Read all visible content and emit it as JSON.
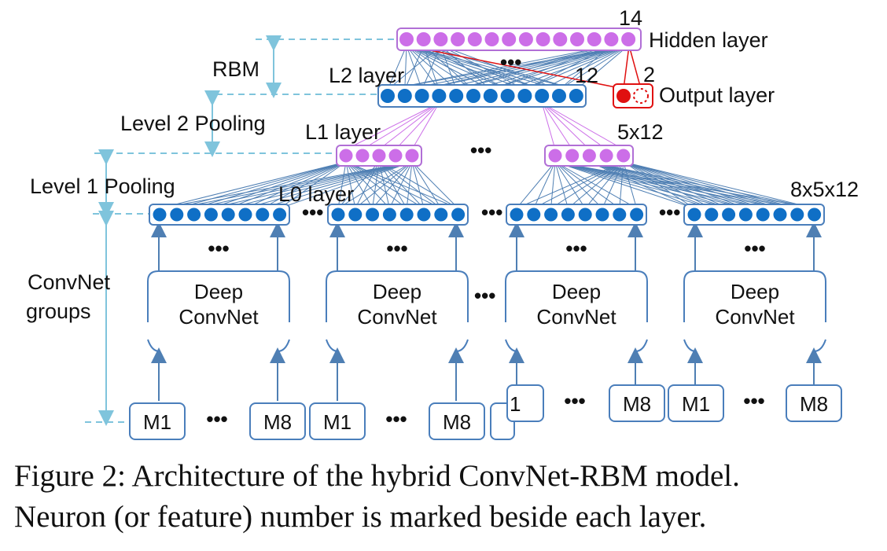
{
  "layers": {
    "hidden": {
      "label": "Hidden layer",
      "size": "14"
    },
    "output": {
      "label": "Output layer",
      "size": "2"
    },
    "l2": {
      "label": "L2 layer",
      "size": "12"
    },
    "l1": {
      "label": "L1 layer",
      "size": "5x12"
    },
    "l0": {
      "label": "L0 layer",
      "size": "8x5x12"
    }
  },
  "stages": {
    "rbm": "RBM",
    "level2": "Level 2 Pooling",
    "level1": "Level 1 Pooling",
    "convnet_line1": "ConvNet",
    "convnet_line2": "groups"
  },
  "convnet": {
    "line1": "Deep",
    "line2": "ConvNet"
  },
  "inputs": {
    "first": "M1",
    "last": "M8"
  },
  "ellipsis": "•••",
  "caption": {
    "line1": "Figure 2: Architecture of the hybrid ConvNet-RBM model.",
    "line2": "Neuron (or feature) number is marked beside each layer."
  },
  "colors": {
    "blue_neuron": "#0f6fc6",
    "purple_neuron": "#cc6ee8",
    "purple_border": "#b16fd6",
    "blue_border": "#4a7ebb",
    "connection": "#4f7fb3",
    "output_red": "#e01010",
    "dashed_guide": "#7fc4dc"
  }
}
